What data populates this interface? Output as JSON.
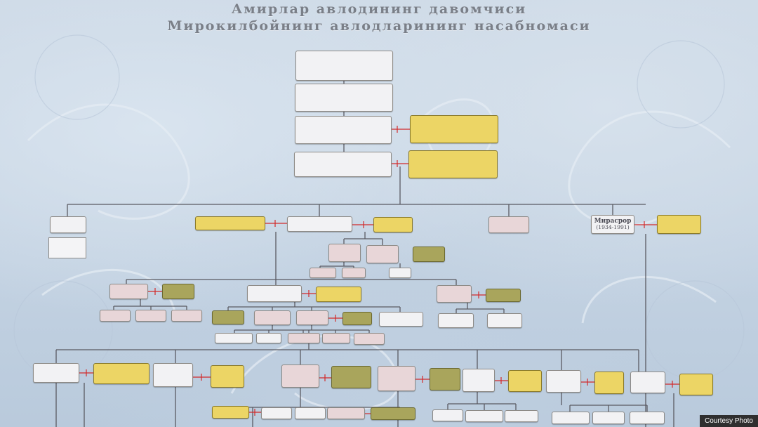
{
  "title_line1": "Амирлар авлодининг давомчиси",
  "title_line2": "Мирокилбойнинг авлодларининг насабномаси",
  "credit": "Courtesy Photo",
  "colors": {
    "white": "#f2f2f4",
    "pink": "#e8d6d8",
    "yellow": "#ecd565",
    "olive": "#a9a55c",
    "line": "#5a5a62",
    "marriage": "#d22a2a"
  },
  "nodes": {
    "n1": {
      "label": "",
      "years": ""
    },
    "n2": {
      "label": "",
      "years": ""
    },
    "n3": {
      "label": "",
      "years": ""
    },
    "n3s": {
      "label": "",
      "years": ""
    },
    "n4": {
      "label": "",
      "years": ""
    },
    "n4s": {
      "label": "",
      "years": ""
    },
    "c1": {
      "label": "",
      "years": ""
    },
    "c2s": {
      "label": "",
      "years": ""
    },
    "c2": {
      "label": "",
      "years": ""
    },
    "c2s2": {
      "label": "",
      "years": ""
    },
    "c3": {
      "label": "",
      "years": ""
    },
    "c4": {
      "label": "Мирасрор",
      "years": "(1934-1991)"
    },
    "c4s": {
      "label": "",
      "years": ""
    },
    "g1": {
      "label": "",
      "years": ""
    },
    "g2": {
      "label": "",
      "years": ""
    },
    "g2s": {
      "label": "",
      "years": ""
    },
    "gg1": {
      "label": ""
    },
    "gg2": {
      "label": ""
    },
    "gg3": {
      "label": ""
    },
    "h1": {
      "label": "",
      "years": ""
    },
    "h1s": {
      "label": "",
      "years": ""
    },
    "h2": {
      "label": "",
      "years": ""
    },
    "h2s": {
      "label": ""
    },
    "h3": {
      "label": "",
      "years": ""
    },
    "h3s": {
      "label": ""
    },
    "i1": {
      "label": ""
    },
    "i2": {
      "label": ""
    },
    "i3": {
      "label": ""
    },
    "i4": {
      "label": ""
    },
    "i5": {
      "label": ""
    },
    "i6": {
      "label": ""
    },
    "i6s": {
      "label": ""
    },
    "i7": {
      "label": ""
    },
    "i8": {
      "label": ""
    },
    "i9": {
      "label": ""
    },
    "j1": {
      "label": ""
    },
    "j2": {
      "label": ""
    },
    "j3": {
      "label": ""
    },
    "j4": {
      "label": ""
    },
    "j5": {
      "label": ""
    },
    "k1": {
      "label": "",
      "years": ""
    },
    "k2": {
      "label": "",
      "years": ""
    },
    "k3": {
      "label": "",
      "years": ""
    },
    "k4": {
      "label": "",
      "years": ""
    },
    "k5": {
      "label": "",
      "years": ""
    },
    "k6": {
      "label": "",
      "years": ""
    },
    "k6s": {
      "label": "",
      "years": ""
    },
    "k7": {
      "label": "",
      "years": ""
    },
    "k8": {
      "label": ""
    },
    "k9": {
      "label": "",
      "years": ""
    },
    "k10": {
      "label": ""
    },
    "k11": {
      "label": "",
      "years": ""
    },
    "k12": {
      "label": ""
    },
    "k13": {
      "label": "",
      "years": ""
    },
    "k14": {
      "label": ""
    },
    "l1": {
      "label": ""
    },
    "l2": {
      "label": ""
    },
    "l3": {
      "label": ""
    },
    "l4": {
      "label": ""
    },
    "l5": {
      "label": ""
    },
    "l6": {
      "label": ""
    },
    "l7": {
      "label": ""
    },
    "l8": {
      "label": ""
    },
    "l9": {
      "label": ""
    },
    "l10": {
      "label": ""
    },
    "l11": {
      "label": ""
    }
  },
  "note": {
    "text": ""
  }
}
